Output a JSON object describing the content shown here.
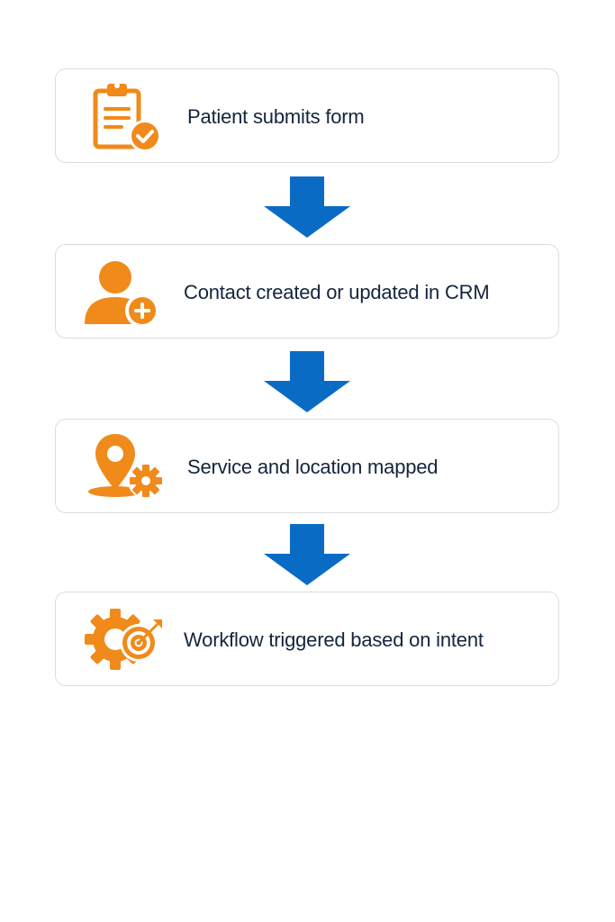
{
  "colors": {
    "icon_orange": "#f08a1a",
    "arrow_blue": "#0a6bc5",
    "text_navy": "#14253d",
    "card_border": "#d9dde2"
  },
  "steps": [
    {
      "label": "Patient submits form",
      "icon": "clipboard-check-icon"
    },
    {
      "label": "Contact created or updated in CRM",
      "icon": "user-add-icon"
    },
    {
      "label": "Service and location mapped",
      "icon": "location-gear-icon"
    },
    {
      "label": "Workflow triggered based on intent",
      "icon": "gear-target-icon"
    }
  ]
}
